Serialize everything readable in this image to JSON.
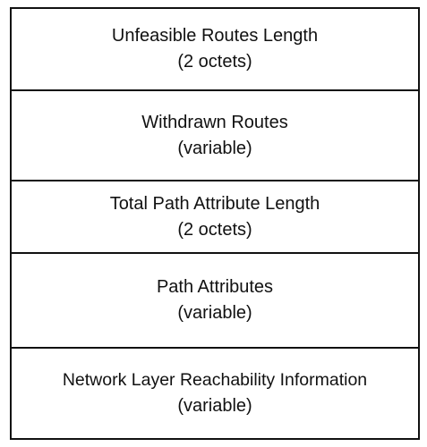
{
  "fields": [
    {
      "name": "Unfeasible Routes Length",
      "size": "(2 octets)"
    },
    {
      "name": "Withdrawn Routes",
      "size": "(variable)"
    },
    {
      "name": "Total Path Attribute Length",
      "size": "(2 octets)"
    },
    {
      "name": "Path Attributes",
      "size": "(variable)"
    },
    {
      "name": "Network Layer Reachability Information",
      "size": "(variable)"
    }
  ]
}
